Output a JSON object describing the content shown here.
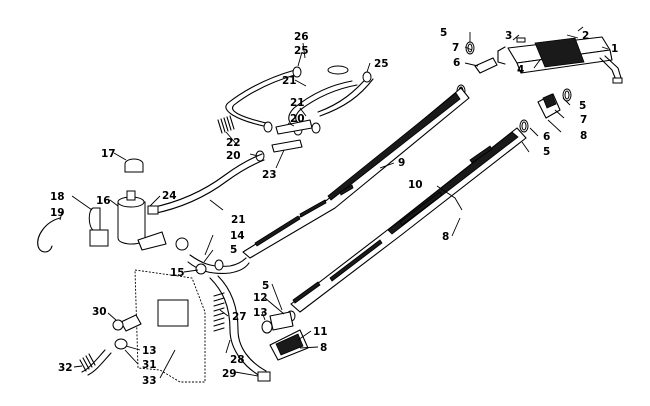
{
  "callouts": [
    {
      "id": "c1",
      "text": "1"
    },
    {
      "id": "c2",
      "text": "2"
    },
    {
      "id": "c3",
      "text": "3"
    },
    {
      "id": "c4",
      "text": "4"
    },
    {
      "id": "c5a",
      "text": "5"
    },
    {
      "id": "c7a",
      "text": "7"
    },
    {
      "id": "c6a",
      "text": "6"
    },
    {
      "id": "c5b",
      "text": "5"
    },
    {
      "id": "c7b",
      "text": "7"
    },
    {
      "id": "c8a",
      "text": "8"
    },
    {
      "id": "c6b",
      "text": "6"
    },
    {
      "id": "c5c",
      "text": "5"
    },
    {
      "id": "c9",
      "text": "9"
    },
    {
      "id": "c10",
      "text": "10"
    },
    {
      "id": "c8b",
      "text": "8"
    },
    {
      "id": "c26",
      "text": "26"
    },
    {
      "id": "c25a",
      "text": "25"
    },
    {
      "id": "c25b",
      "text": "25"
    },
    {
      "id": "c21a",
      "text": "21"
    },
    {
      "id": "c21b",
      "text": "21"
    },
    {
      "id": "c20a",
      "text": "20"
    },
    {
      "id": "c22",
      "text": "22"
    },
    {
      "id": "c20b",
      "text": "20"
    },
    {
      "id": "c23",
      "text": "23"
    },
    {
      "id": "c17",
      "text": "17"
    },
    {
      "id": "c24",
      "text": "24"
    },
    {
      "id": "c21c",
      "text": "21"
    },
    {
      "id": "c18",
      "text": "18"
    },
    {
      "id": "c19",
      "text": "19"
    },
    {
      "id": "c16",
      "text": "16"
    },
    {
      "id": "c14",
      "text": "14"
    },
    {
      "id": "c5d",
      "text": "5"
    },
    {
      "id": "c15",
      "text": "15"
    },
    {
      "id": "c5e",
      "text": "5"
    },
    {
      "id": "c12",
      "text": "12"
    },
    {
      "id": "c13a",
      "text": "13"
    },
    {
      "id": "c11",
      "text": "11"
    },
    {
      "id": "c8c",
      "text": "8"
    },
    {
      "id": "c30",
      "text": "30"
    },
    {
      "id": "c27",
      "text": "27"
    },
    {
      "id": "c13b",
      "text": "13"
    },
    {
      "id": "c28",
      "text": "28"
    },
    {
      "id": "c31",
      "text": "31"
    },
    {
      "id": "c32",
      "text": "32"
    },
    {
      "id": "c33",
      "text": "33"
    },
    {
      "id": "c29",
      "text": "29"
    }
  ]
}
